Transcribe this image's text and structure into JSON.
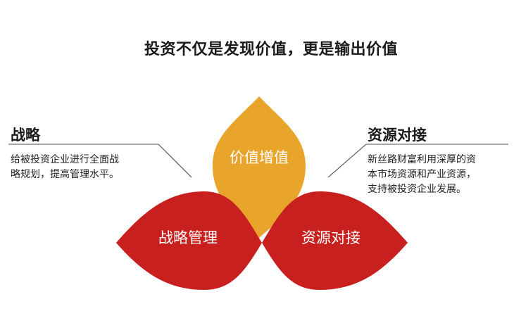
{
  "title": "投资不仅是发现价值，更是输出价值",
  "left_panel": {
    "heading": "战略",
    "description_lines": [
      "给被投资企业进行全面战",
      "略规划，提高管理水平。"
    ]
  },
  "right_panel": {
    "heading": "资源对接",
    "description_lines": [
      "新丝路财富利用深厚的资",
      "本市场资源和产业资源，",
      "支持被投资企业发展。"
    ]
  },
  "petals": {
    "top": {
      "label": "价值增值",
      "color": "#E9A42C"
    },
    "left": {
      "label": "战略管理",
      "color": "#C8201E"
    },
    "right": {
      "label": "资源对接",
      "color": "#C8201E"
    }
  },
  "colors": {
    "rule_line": "#555555",
    "connector_line": "#444444"
  }
}
